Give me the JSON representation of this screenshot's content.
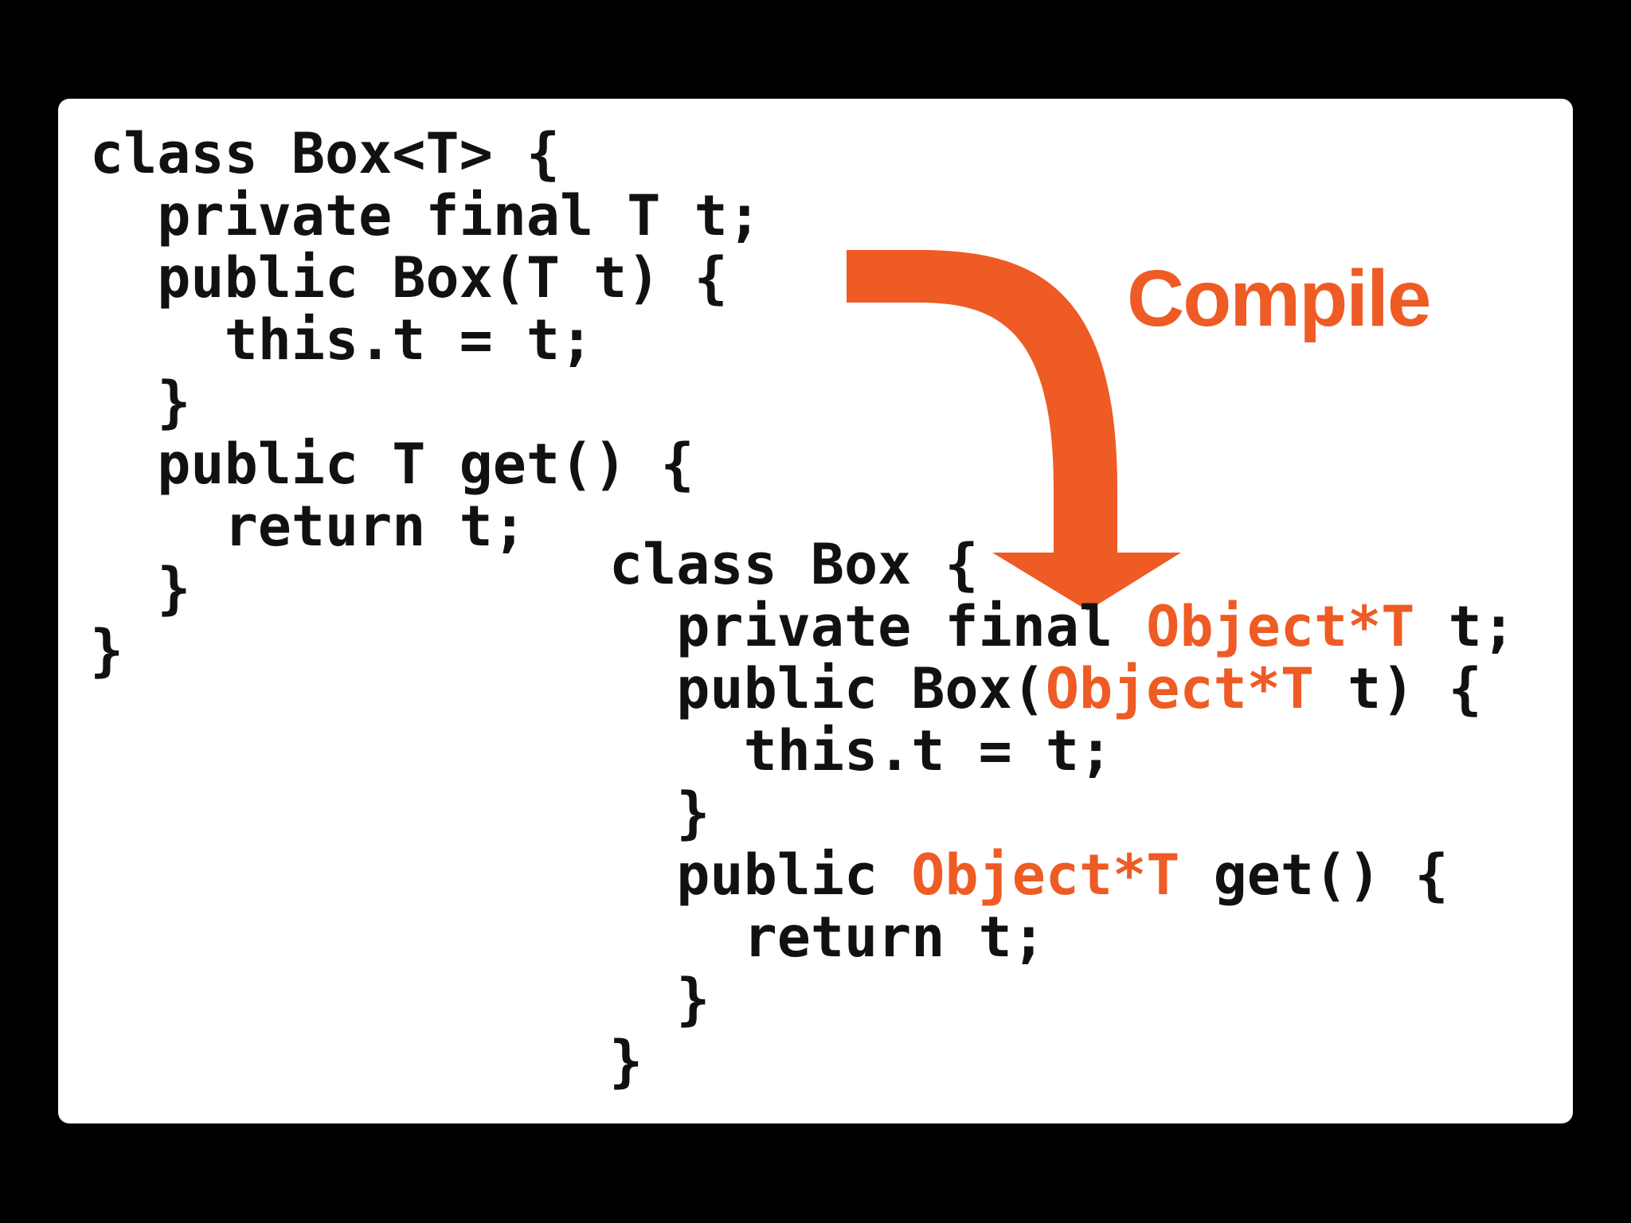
{
  "colors": {
    "background": "#000000",
    "slide": "#ffffff",
    "text": "#111111",
    "accent": "#ee5b24"
  },
  "arrow_label": "Compile",
  "arrow_icon": "curved-down-arrow-icon",
  "source_code": [
    [
      {
        "text": "class Box<T> {"
      }
    ],
    [
      {
        "text": "  private final T t;"
      }
    ],
    [
      {
        "text": "  public Box(T t) {"
      }
    ],
    [
      {
        "text": "    this.t = t;"
      }
    ],
    [
      {
        "text": "  }"
      }
    ],
    [
      {
        "text": "  public T get() {"
      }
    ],
    [
      {
        "text": "    return t;"
      }
    ],
    [
      {
        "text": "  }"
      }
    ],
    [
      {
        "text": "}"
      }
    ]
  ],
  "compiled_code": [
    [
      {
        "text": "class Box {"
      }
    ],
    [
      {
        "text": "  private final "
      },
      {
        "text": "Object*T",
        "highlight": true
      },
      {
        "text": " t;"
      }
    ],
    [
      {
        "text": "  public Box("
      },
      {
        "text": "Object*T",
        "highlight": true
      },
      {
        "text": " t) {"
      }
    ],
    [
      {
        "text": "    this.t = t;"
      }
    ],
    [
      {
        "text": "  }"
      }
    ],
    [
      {
        "text": "  public "
      },
      {
        "text": "Object*T",
        "highlight": true
      },
      {
        "text": " get() {"
      }
    ],
    [
      {
        "text": "    return t;"
      }
    ],
    [
      {
        "text": "  }"
      }
    ],
    [
      {
        "text": "}"
      }
    ]
  ]
}
